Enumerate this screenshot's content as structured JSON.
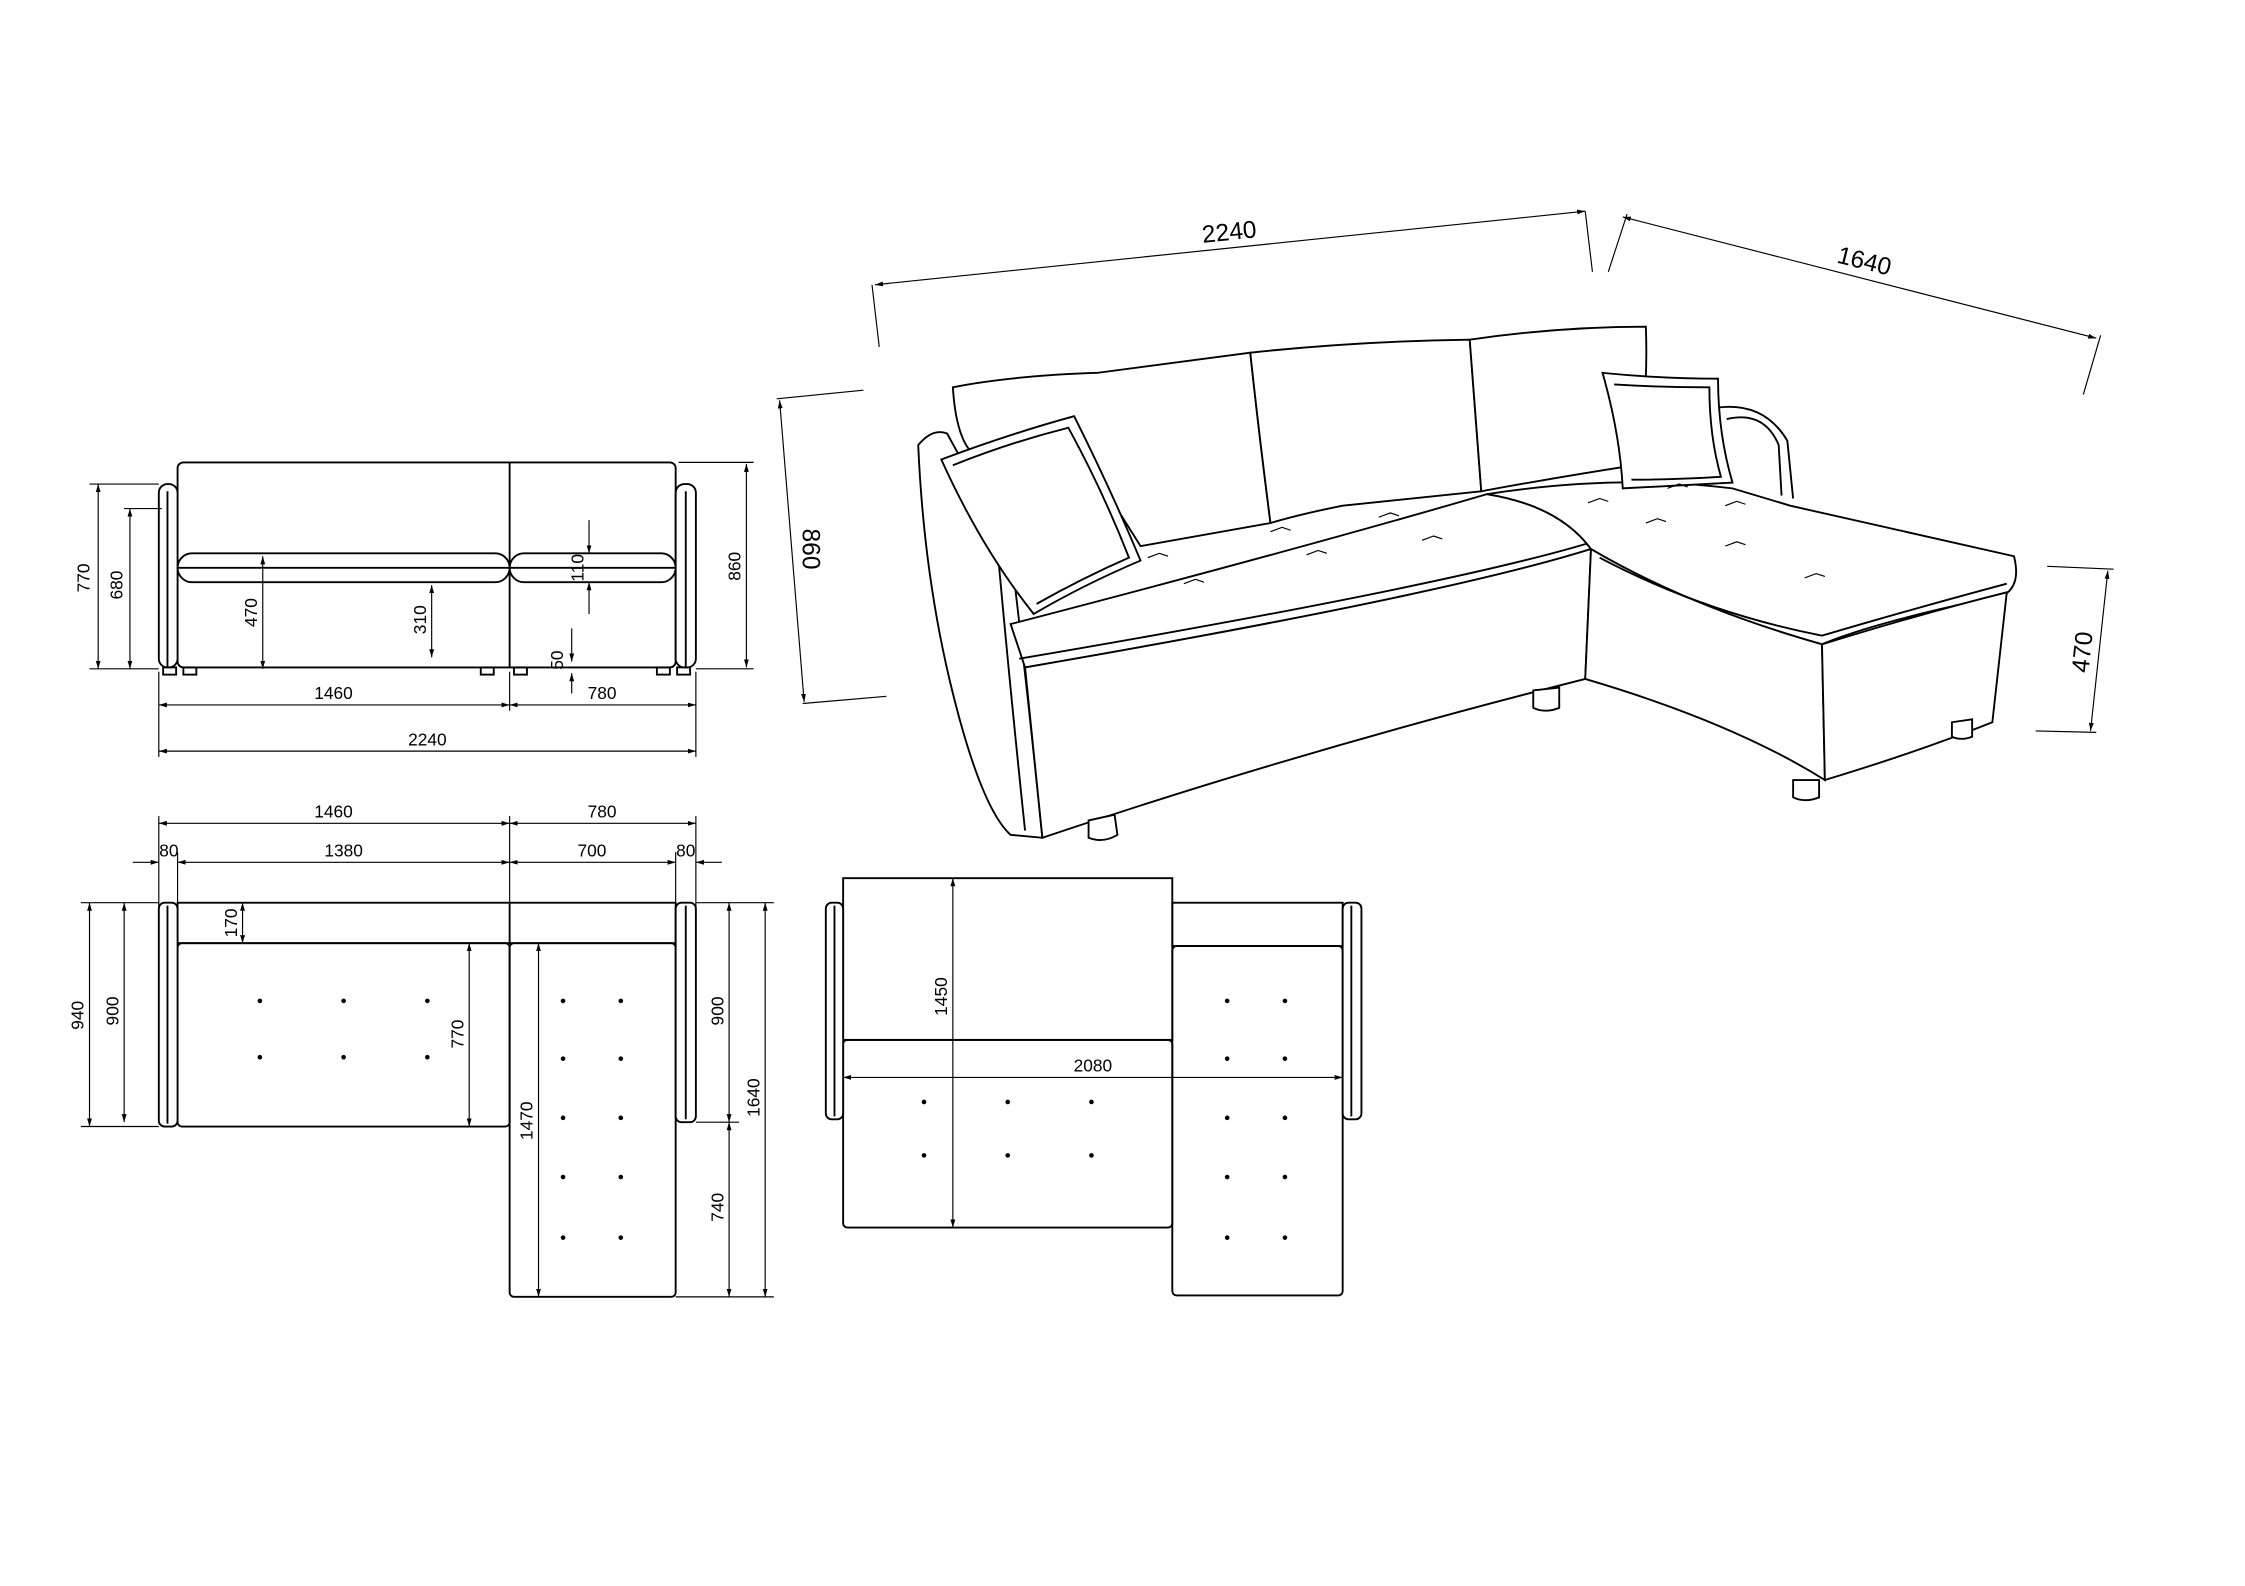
{
  "title": "Corner sofa dimension drawing",
  "front_view": {
    "height_770": "770",
    "height_680": "680",
    "seat_470": "470",
    "base_310": "310",
    "cushion_110": "110",
    "leg_50": "50",
    "height_860": "860",
    "width_1460": "1460",
    "width_780": "780",
    "width_2240": "2240"
  },
  "top_view": {
    "width_1460": "1460",
    "width_780": "780",
    "arm_left_80": "80",
    "seat_1380": "1380",
    "chaise_700": "700",
    "arm_right_80": "80",
    "back_170": "170",
    "depth_940": "940",
    "depth_900_left": "900",
    "seat_770": "770",
    "chaise_1470": "1470",
    "depth_900_right": "900",
    "depth_1640": "1640",
    "chaise_740": "740"
  },
  "bed_view": {
    "bed_length_1450": "1450",
    "bed_width_2080": "2080"
  },
  "iso_view": {
    "width_2240": "2240",
    "depth_1640": "1640",
    "height_860": "860",
    "seat_470": "470"
  }
}
